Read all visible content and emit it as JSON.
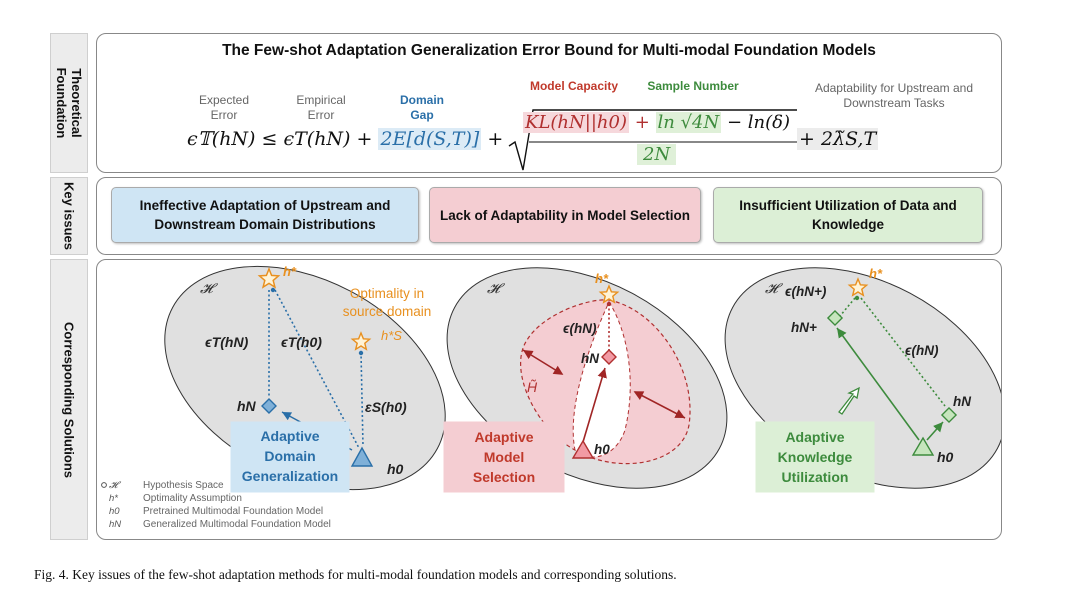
{
  "sidebar": {
    "theory": "Theoretical Foundation",
    "issues": "Key issues",
    "solutions": "Corresponding Solutions"
  },
  "theory": {
    "title": "The Few-shot Adaptation Generalization Error Bound for Multi-modal Foundation Models",
    "labels": {
      "expected": "Expected Error",
      "empirical": "Empirical Error",
      "domain_gap": "Domain Gap",
      "model_capacity": "Model Capacity",
      "sample_number": "Sample Number",
      "adaptability": "Adaptability for Upstream and Downstream Tasks"
    },
    "formula": {
      "lhs": "ϵ𝕋(hN) ≤ ϵT(hN) + ",
      "gap": "2E[d(S,T)]",
      "plus": " +",
      "kl": "KL(hN||h0)",
      "plus2": " + ",
      "ln4n": "ln √4N",
      "minus": " − ln(δ)",
      "denominator": "2N",
      "lambda": "+ 2λ̃S,T"
    }
  },
  "issues": [
    {
      "text": "Ineffective Adaptation of Upstream and Downstream Domain Distributions"
    },
    {
      "text": "Lack of Adaptability in Model Selection"
    },
    {
      "text": "Insufficient Utilization of Data and Knowledge"
    }
  ],
  "colors": {
    "blue_fill": "#cfe5f4",
    "red_fill": "#f4cdd2",
    "green_fill": "#dcefd6",
    "red_text": "#c0392b",
    "green_text": "#3d8b3d",
    "blue_text": "#2a6fa8",
    "orange": "#e8901f",
    "ellipse": "#e0e0e0"
  },
  "solutions": {
    "d1": {
      "space": "𝓗",
      "h_star": "h*",
      "optimality_text": "Optimality in source domain",
      "hs_star": "h*S",
      "eps_t_hn": "ϵT(hN)",
      "eps_t_h0": "ϵT(h0)",
      "eps_s_h0": "εS(h0)",
      "hn": "hN",
      "h0": "h0",
      "box": "Adaptive Domain Generalization"
    },
    "d2": {
      "space": "𝓗",
      "h_star": "h*",
      "eps_hn": "ϵ(hN)",
      "hn": "hN",
      "h_tilde": "H̃",
      "h0": "h0",
      "box": "Adaptive Model Selection"
    },
    "d3": {
      "space": "𝓗",
      "eps_hn_plus": "ϵ(hN+)",
      "h_star": "h*",
      "hn_plus": "hN+",
      "eps_hn": "ϵ(hN)",
      "hn": "hN",
      "h0": "h0",
      "box": "Adaptive Knowledge Utilization"
    },
    "legend": [
      {
        "symbol": "𝓗",
        "text": "Hypothesis Space"
      },
      {
        "symbol": "h*",
        "text": "Optimality Assumption"
      },
      {
        "symbol": "h0",
        "text": "Pretrained Multimodal Foundation Model"
      },
      {
        "symbol": "hN",
        "text": "Generalized Multimodal Foundation Model"
      }
    ]
  },
  "caption": "Fig. 4.  Key issues of the few-shot adaptation methods for multi-modal foundation models and corresponding solutions."
}
